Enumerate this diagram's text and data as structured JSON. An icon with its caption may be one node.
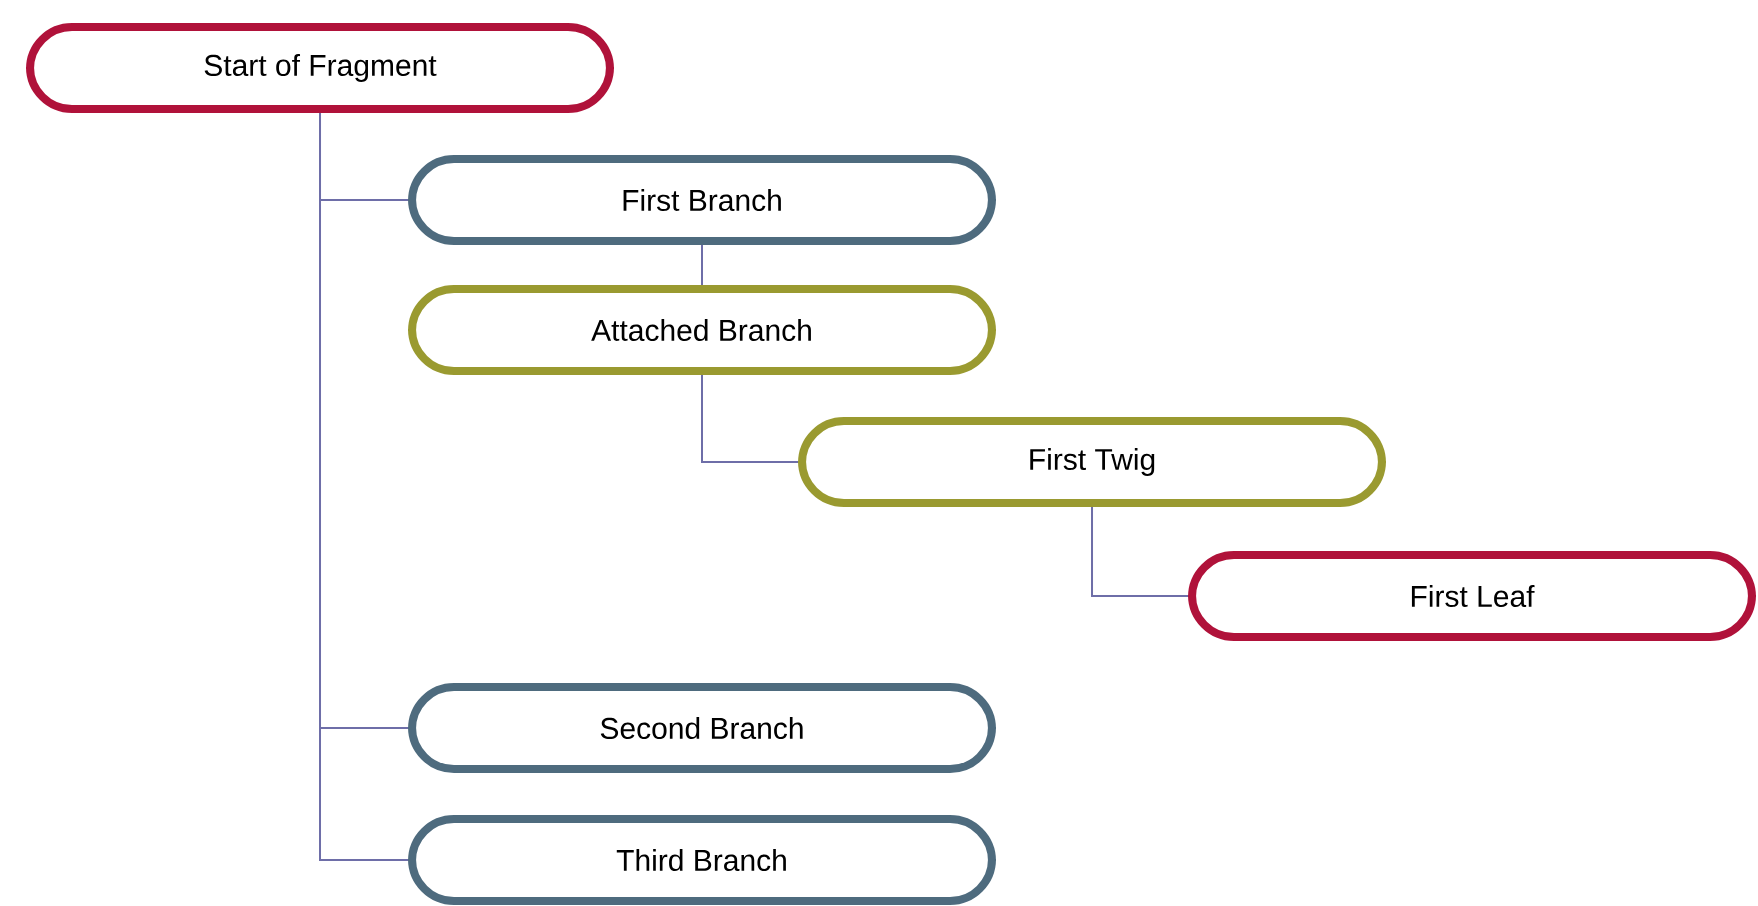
{
  "diagram": {
    "nodes": [
      {
        "text": [
          "Start of Fragment"
        ]
      },
      {
        "text": [
          "First Branch"
        ]
      },
      {
        "text": [
          "Attached Branch"
        ]
      },
      {
        "text": [
          "First Twig"
        ]
      },
      {
        "text": [
          "First Leaf"
        ]
      },
      {
        "text": [
          "Second Branch"
        ]
      },
      {
        "text": [
          "Third Branch"
        ]
      }
    ],
    "edges": [
      {
        "from": 0,
        "to": 1,
        "arrow": "none"
      },
      {
        "from": 1,
        "to": 2,
        "arrow": "none"
      },
      {
        "from": 2,
        "to": 3,
        "arrow": "none"
      },
      {
        "from": 3,
        "to": 4,
        "arrow": "none"
      },
      {
        "from": 0,
        "to": 5,
        "arrow": "none"
      },
      {
        "from": 0,
        "to": 6,
        "arrow": "none"
      }
    ]
  }
}
